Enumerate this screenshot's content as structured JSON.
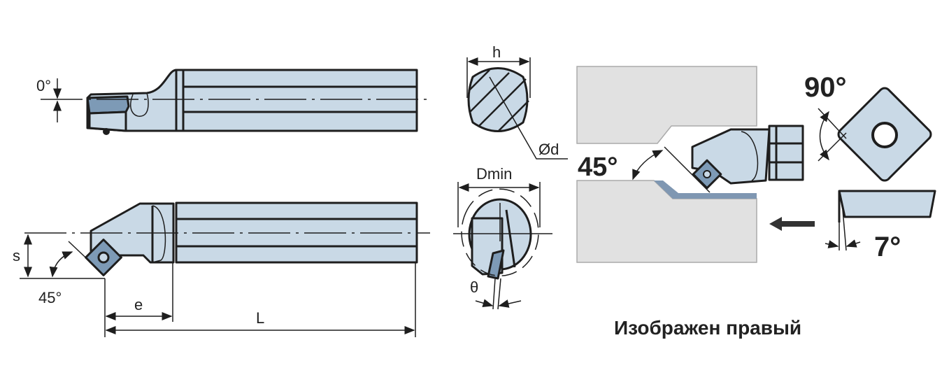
{
  "colors": {
    "body": "#c9d9e6",
    "insert": "#7d9ab6",
    "workpiece": "#e1e1e1",
    "chip": "#7f97b2",
    "outline": "#1e1e1e"
  },
  "top_view": {
    "angle_label": "0°"
  },
  "side_view": {
    "s_label": "s",
    "angle_label": "45°",
    "e_label": "e",
    "L_label": "L"
  },
  "section": {
    "h_label": "h",
    "d_label": "Ød"
  },
  "bore_view": {
    "dmin_label": "Dmin",
    "theta_label": "θ"
  },
  "machining": {
    "angle_label": "45°"
  },
  "insert": {
    "corner_angle_label": "90°",
    "clearance_angle_label": "7°"
  },
  "caption": "Изображен правый"
}
